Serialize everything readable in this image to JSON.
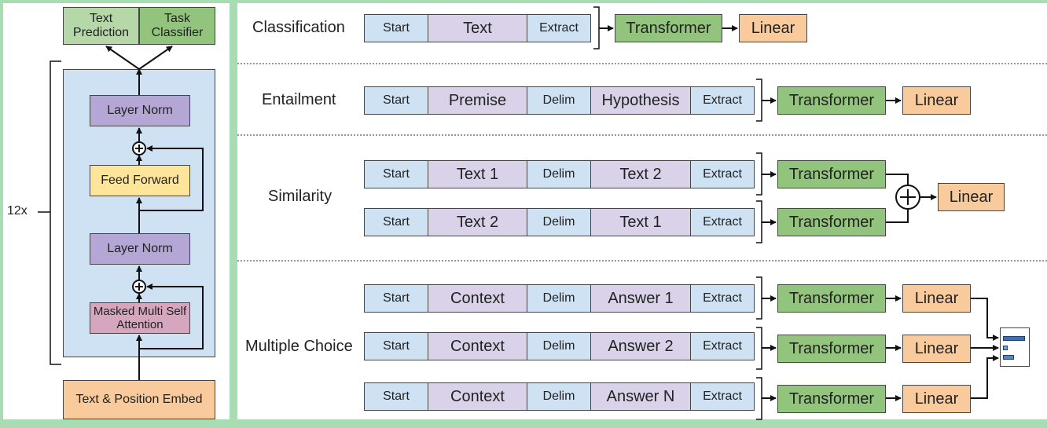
{
  "colors": {
    "bg_green": "#a8dcb2",
    "blue": "#cfe2f3",
    "purple": "#d9d2e9",
    "green": "#93c47d",
    "orange": "#f9cb9c"
  },
  "architecture": {
    "text_prediction": "Text Prediction",
    "task_classifier": "Task Classifier",
    "layer_norm_top": "Layer Norm",
    "feed_forward": "Feed Forward",
    "layer_norm_bottom": "Layer Norm",
    "masked_attention": "Masked Multi Self Attention",
    "embed": "Text & Position Embed",
    "repeat": "12x"
  },
  "tasks": {
    "classification": {
      "label": "Classification",
      "tokens": [
        "Start",
        "Text",
        "Extract"
      ],
      "transformer": "Transformer",
      "linear": "Linear"
    },
    "entailment": {
      "label": "Entailment",
      "tokens": [
        "Start",
        "Premise",
        "Delim",
        "Hypothesis",
        "Extract"
      ],
      "transformer": "Transformer",
      "linear": "Linear"
    },
    "similarity": {
      "label": "Similarity",
      "row1": [
        "Start",
        "Text 1",
        "Delim",
        "Text 2",
        "Extract"
      ],
      "row2": [
        "Start",
        "Text 2",
        "Delim",
        "Text 1",
        "Extract"
      ],
      "transformer1": "Transformer",
      "transformer2": "Transformer",
      "linear": "Linear"
    },
    "multiple_choice": {
      "label": "Multiple Choice",
      "row1": [
        "Start",
        "Context",
        "Delim",
        "Answer 1",
        "Extract"
      ],
      "row2": [
        "Start",
        "Context",
        "Delim",
        "Answer 2",
        "Extract"
      ],
      "row3": [
        "Start",
        "Context",
        "Delim",
        "Answer N",
        "Extract"
      ],
      "transformer": "Transformer",
      "linear": "Linear"
    }
  }
}
